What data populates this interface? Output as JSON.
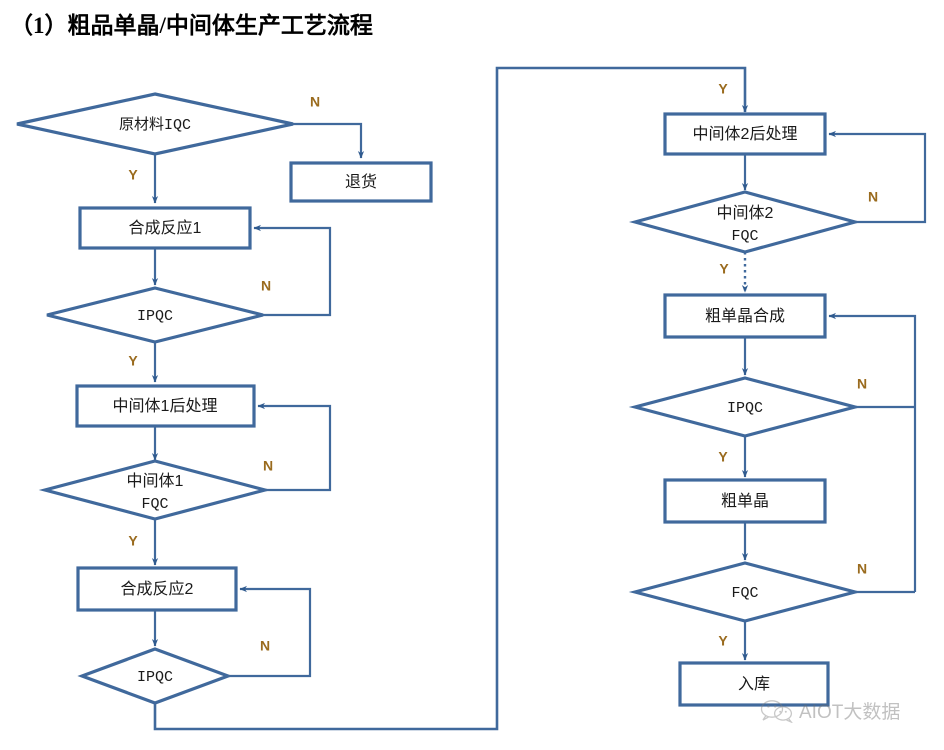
{
  "title": "（1）粗品单晶/中间体生产工艺流程",
  "colors": {
    "shape_stroke": "#40699c",
    "connector": "#40699c",
    "edge_label": "#9a6b1e",
    "shape_fill": "#ffffff",
    "background": "#ffffff",
    "text": "#1a1a1a"
  },
  "nodes": {
    "raw_material_iqc": {
      "label": "原材料IQC",
      "type": "decision"
    },
    "return_goods": {
      "label": "退货",
      "type": "process"
    },
    "synthesis_1": {
      "label": "合成反应1",
      "type": "process"
    },
    "ipqc_1": {
      "label": "IPQC",
      "type": "decision"
    },
    "intermediate_1_post": {
      "label": "中间体1后处理",
      "type": "process"
    },
    "intermediate_1_fqc_line1": {
      "label": "中间体1",
      "type": "decision"
    },
    "intermediate_1_fqc_line2": {
      "label": "FQC",
      "type": "decision"
    },
    "synthesis_2": {
      "label": "合成反应2",
      "type": "process"
    },
    "ipqc_2": {
      "label": "IPQC",
      "type": "decision"
    },
    "intermediate_2_post": {
      "label": "中间体2后处理",
      "type": "process"
    },
    "intermediate_2_fqc_line1": {
      "label": "中间体2",
      "type": "decision"
    },
    "intermediate_2_fqc_line2": {
      "label": "FQC",
      "type": "decision"
    },
    "crude_crystal_synthesis": {
      "label": "粗单晶合成",
      "type": "process"
    },
    "ipqc_3": {
      "label": "IPQC",
      "type": "decision"
    },
    "crude_crystal": {
      "label": "粗单晶",
      "type": "process"
    },
    "fqc_final": {
      "label": "FQC",
      "type": "decision"
    },
    "warehouse": {
      "label": "入库",
      "type": "process"
    }
  },
  "edge_labels": {
    "iqc_no": "N",
    "iqc_yes": "Y",
    "ipqc1_no": "N",
    "ipqc1_yes": "Y",
    "fqc1_no": "N",
    "fqc1_yes": "Y",
    "ipqc2_no": "N",
    "ipqc2_yes_to_right": "Y",
    "fqc2_no": "N",
    "fqc2_yes": "Y",
    "ipqc3_no": "N",
    "ipqc3_yes": "Y",
    "fqc_final_no": "N",
    "fqc_final_yes": "Y"
  },
  "watermark": {
    "text": "AIOT大数据",
    "icon": "wechat-icon"
  }
}
